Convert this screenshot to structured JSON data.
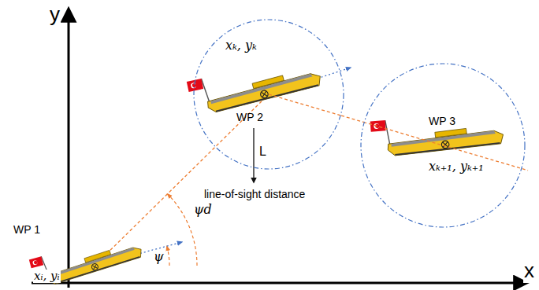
{
  "diagram": {
    "nodes": [
      {
        "text": [
          "xₖ, yₖ",
          "WP 2",
          "L"
        ]
      },
      {
        "text": [
          "WP 3",
          "xₖ₊₁, yₖ₊₁"
        ]
      }
    ],
    "edges": [
      {
        "from": 0,
        "to": 1,
        "arrow": "none"
      }
    ],
    "labels": [
      "y",
      "x",
      "WP 1",
      "xᵢ, yᵢ",
      "ψ",
      "ψd",
      "line-of-sight distance"
    ]
  }
}
